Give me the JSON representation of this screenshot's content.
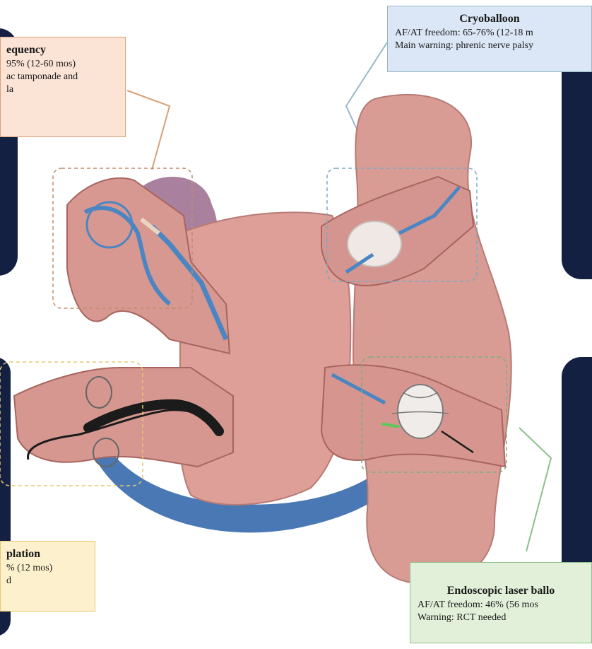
{
  "callouts": {
    "radiofrequency": {
      "title": "equency",
      "lines": [
        "95% (12-60 mos)",
        "ac tamponade and",
        "la"
      ],
      "color": "#fbe3d6"
    },
    "cryoballoon": {
      "title": "Cryoballoon",
      "lines": [
        "AF/AT freedom: 65-76% (12-18 m",
        "Main warning: phrenic nerve palsy"
      ],
      "color": "#dbe7f6"
    },
    "pulsed": {
      "title": "plation",
      "lines": [
        "% (12 mos)",
        "d"
      ],
      "color": "#fdf0cc"
    },
    "laser": {
      "title": "Endoscopic laser ballo",
      "lines": [
        "AF/AT freedom: 46% (56 mos",
        "Warning: RCT needed"
      ],
      "color": "#e2f0d9"
    }
  },
  "colors": {
    "panel": "#142042",
    "tissue": "#d99a94",
    "tissue_dark": "#b86e6a",
    "catheter": "#4b86c2",
    "sinus": "#4a78b5",
    "lung": "#9a6b8e"
  }
}
